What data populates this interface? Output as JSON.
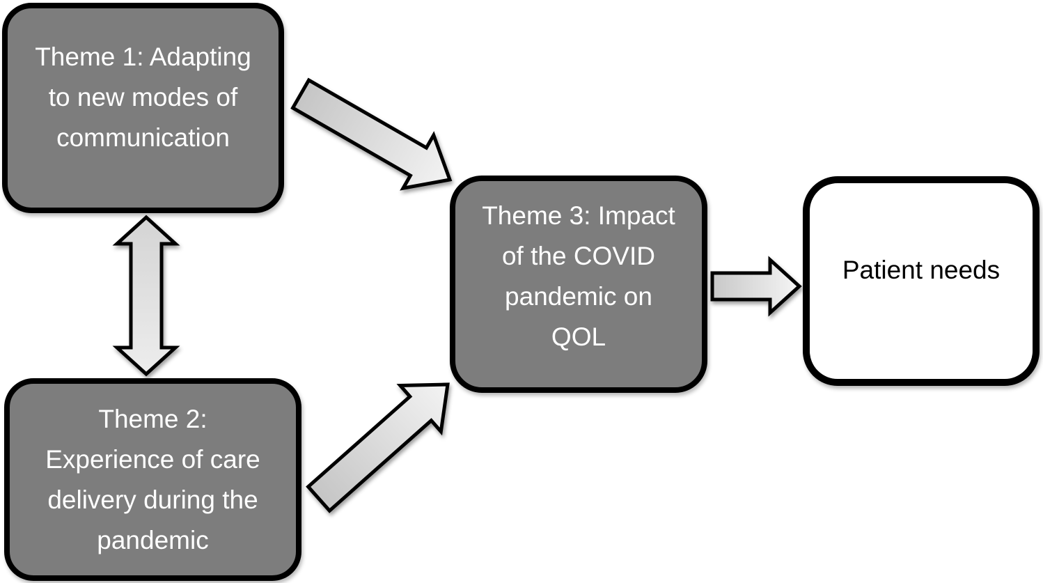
{
  "figure": {
    "background_color": "#ffffff",
    "boxes": {
      "theme1": {
        "label": "Theme 1: Adapting\nto new modes of\ncommunication",
        "fill": "#7d7d7d",
        "border_color": "#000000",
        "text_color": "#ffffff"
      },
      "theme2": {
        "label": "Theme 2:\nExperience of care\ndelivery during the\npandemic",
        "fill": "#7d7d7d",
        "border_color": "#000000",
        "text_color": "#ffffff"
      },
      "theme3": {
        "label": "Theme 3: Impact\nof the COVID\npandemic on\nQOL",
        "fill": "#7d7d7d",
        "border_color": "#000000",
        "text_color": "#ffffff"
      },
      "patient_needs": {
        "label": "Patient needs",
        "fill": "#ffffff",
        "border_color": "#000000",
        "text_color": "#000000"
      }
    },
    "arrows": {
      "theme1_theme2": {
        "type": "double-headed",
        "from": "theme1",
        "to": "theme2",
        "direction": "vertical"
      },
      "theme1_theme3": {
        "type": "single",
        "from": "theme1",
        "to": "theme3",
        "direction": "diagonal-down-right"
      },
      "theme2_theme3": {
        "type": "single",
        "from": "theme2",
        "to": "theme3",
        "direction": "diagonal-up-right"
      },
      "theme3_patient_needs": {
        "type": "single",
        "from": "theme3",
        "to": "patient_needs",
        "direction": "horizontal-right"
      }
    },
    "arrow_style": {
      "fill_gradient_start": "#c5c5c5",
      "fill_gradient_end": "#f3f3f3",
      "stroke_color": "#000000"
    }
  }
}
